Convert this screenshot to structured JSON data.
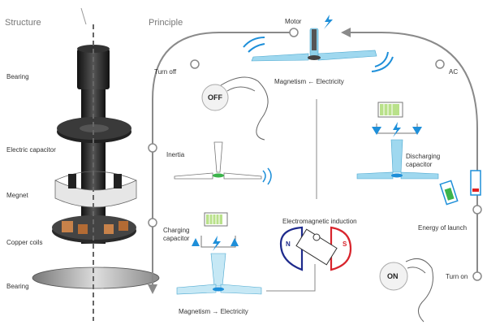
{
  "structure": {
    "title": "Structure",
    "parts": [
      "Bearing",
      "Electric capacitor",
      "Megnet",
      "Copper coils",
      "Bearing"
    ]
  },
  "principle": {
    "title": "Principle",
    "nodes": {
      "motor": "Motor",
      "turn_off": "Turn off",
      "inertia": "Inertia",
      "charging": "Charging capacitor",
      "ac": "AC",
      "discharging": "Discharging capacitor",
      "energy": "Energy of launch",
      "turn_on": "Turn on"
    },
    "captions": {
      "mag_elec_top": "Magnetism ← Electricity",
      "mag_elec_bottom": "Magnetism → Electricity",
      "induction": "Electromagnetic induction"
    },
    "switch_off": "OFF",
    "switch_on": "ON",
    "pole_n": "N",
    "pole_s": "S"
  },
  "colors": {
    "arrow": "#8a8a8a",
    "blade": "#9fd8ef",
    "accent_blue": "#1e8fd9",
    "battery_green": "#3cb44b",
    "battery_red": "#e02020",
    "magnet_blue": "#1e2a8c",
    "magnet_red": "#d8242c"
  }
}
